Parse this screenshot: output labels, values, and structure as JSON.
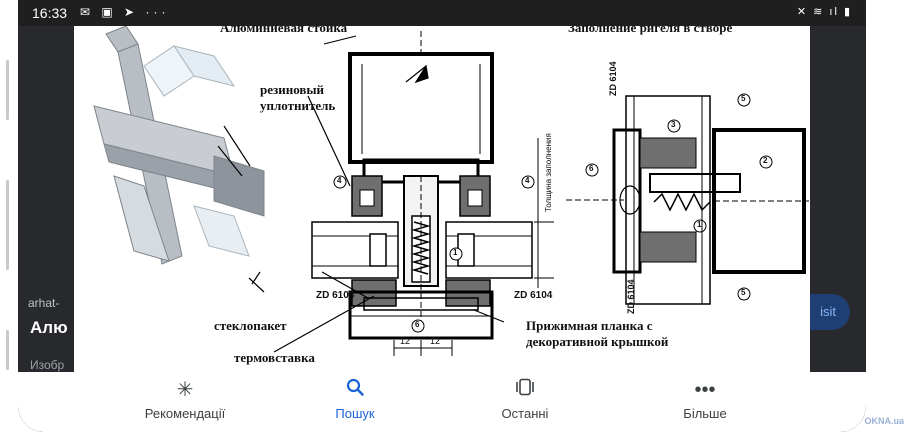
{
  "status_bar": {
    "time": "16:33",
    "left_icons": "✉ ▣ ➤ ···",
    "right_icons": "✕ ≋ ıl ▮"
  },
  "behind_card": {
    "source": "arhat-",
    "title": "Алю",
    "description": "Изобр",
    "button_label": "isit"
  },
  "diagram": {
    "top_label": "Алюминиевая стойка",
    "top_right_label": "Заполнение ригеля в створе",
    "rubber_seal": "резиновый уплотнитель",
    "glass_unit": "стеклопакет",
    "thermal_insert": "термовставка",
    "clamp_plate": "Прижимная планка с декоративной крышкой",
    "zd_left": "ZD 6104",
    "zd_right": "ZD 6104",
    "zd_rt": "ZD 6104",
    "zd_rb": "ZD 6104",
    "thickness_label": "Толщина заполнения",
    "dim_left": "12",
    "dim_right": "12",
    "marker_1": "1",
    "marker_2": "2",
    "marker_3": "3",
    "marker_4": "4",
    "marker_5": "5",
    "marker_6": "6"
  },
  "nav": {
    "tabs": [
      {
        "label": "Рекомендації",
        "icon": "sparkle-icon"
      },
      {
        "label": "Пошук",
        "icon": "search-icon"
      },
      {
        "label": "Останні",
        "icon": "recent-icon"
      },
      {
        "label": "Більше",
        "icon": "more-icon"
      }
    ],
    "active_color": "#1a63d6"
  },
  "watermark": "OKNA.ua"
}
